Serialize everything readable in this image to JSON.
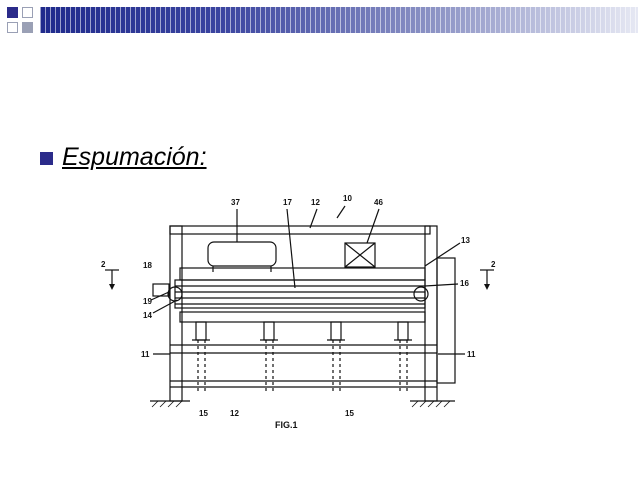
{
  "slide": {
    "heading": "Espumación:",
    "accent_color": "#2b2b8a",
    "bullet_icon": "square-bullet-icon"
  },
  "figure": {
    "caption": "FIG.1",
    "labels": {
      "l37": "37",
      "l17": "17",
      "l12_top": "12",
      "l10": "10",
      "l46": "46",
      "l13": "13",
      "l16": "16",
      "l18": "18",
      "l19": "19",
      "l14": "14",
      "l11_left": "11",
      "l11_right": "11",
      "l15_left": "15",
      "l12_bottom": "12",
      "l15_right": "15",
      "l2_left": "2",
      "l2_right": "2"
    }
  }
}
